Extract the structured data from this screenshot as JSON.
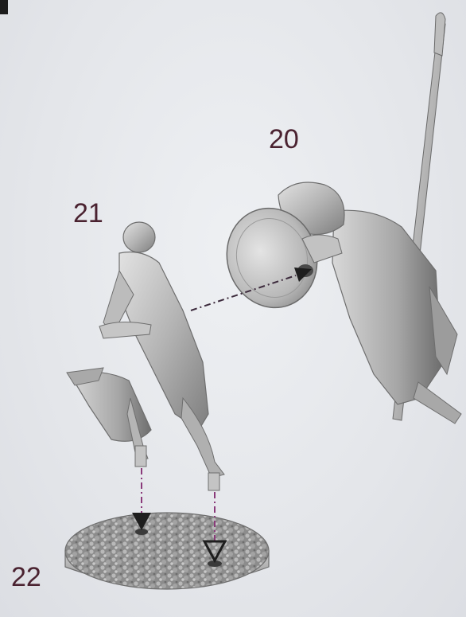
{
  "labels": {
    "part_20": "20",
    "part_21": "21",
    "part_22": "22"
  },
  "colors": {
    "label": "#4a2230",
    "arrow": "#2a1f2a",
    "guide_line": "#8a3a7a",
    "model_light": "#c9c9c9",
    "model_dark": "#7a7a7a"
  }
}
